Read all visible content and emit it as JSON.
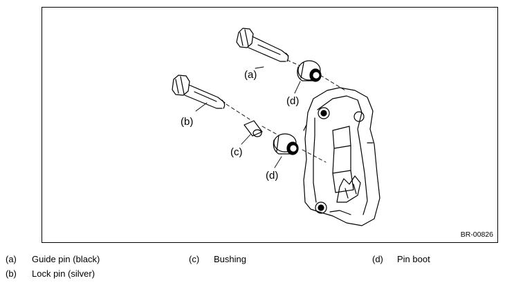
{
  "figure": {
    "code": "BR-00826",
    "callouts": {
      "a": "(a)",
      "b": "(b)",
      "c": "(c)",
      "d1": "(d)",
      "d2": "(d)"
    }
  },
  "legend": [
    {
      "key": "(a)",
      "text": "Guide pin (black)"
    },
    {
      "key": "(b)",
      "text": "Lock pin (silver)"
    },
    {
      "key": "(c)",
      "text": "Bushing"
    },
    {
      "key": "(d)",
      "text": "Pin boot"
    }
  ]
}
